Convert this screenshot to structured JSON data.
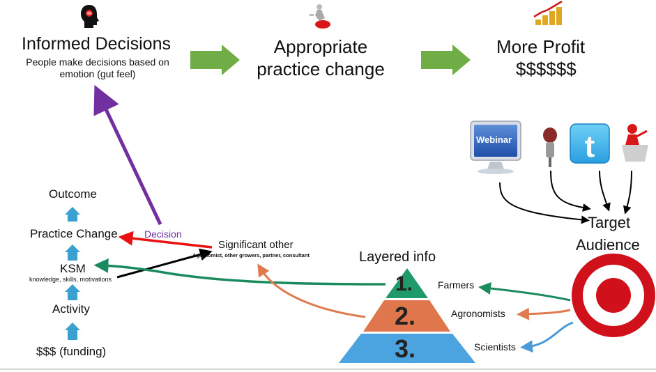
{
  "top_row": {
    "informed_decisions": {
      "title": "Informed Decisions",
      "subtitle_1": "People make decisions based on",
      "subtitle_2": "emotion (gut feel)"
    },
    "practice_change": {
      "line_1": "Appropriate",
      "line_2": "practice change"
    },
    "more_profit": {
      "title": "More Profit",
      "dollars": "$$$$$$"
    },
    "icons": [
      "brain-head-icon",
      "change-button-figure-icon",
      "coin-stack-growth-icon"
    ]
  },
  "ladder": {
    "outcome": "Outcome",
    "practice_change": "Practice Change",
    "ksm": "KSM",
    "ksm_sub": "knowledge, skills, motivations",
    "activity": "Activity",
    "funding": "$$$ (funding)"
  },
  "decision_label": "Decision",
  "significant_other": {
    "title": "Significant other",
    "sub": "Agronomist, other growers, partner, consultant"
  },
  "layered_info": {
    "title": "Layered info",
    "tiers": [
      "1.",
      "2.",
      "3."
    ]
  },
  "audiences": [
    "Farmers",
    "Agronomists",
    "Scientists"
  ],
  "target_audience": {
    "line_1": "Target",
    "line_2": "Audience"
  },
  "channels": {
    "webinar_label": "Webinar",
    "icons": [
      "webinar-monitor-icon",
      "microphone-icon",
      "twitter-icon",
      "presenter-icon"
    ]
  },
  "colors": {
    "green_arrow": "#70ad47",
    "purple": "#7030a0",
    "red": "#e81010",
    "teal": "#1b8a5e",
    "orange": "#e07a50",
    "blue": "#4a9ad8",
    "ladder_arrow": "#3aa0d0",
    "pyramid_top": "#1f9a6a",
    "pyramid_mid": "#e0774c",
    "pyramid_bottom": "#4ba3df",
    "target_red": "#d0101a"
  }
}
